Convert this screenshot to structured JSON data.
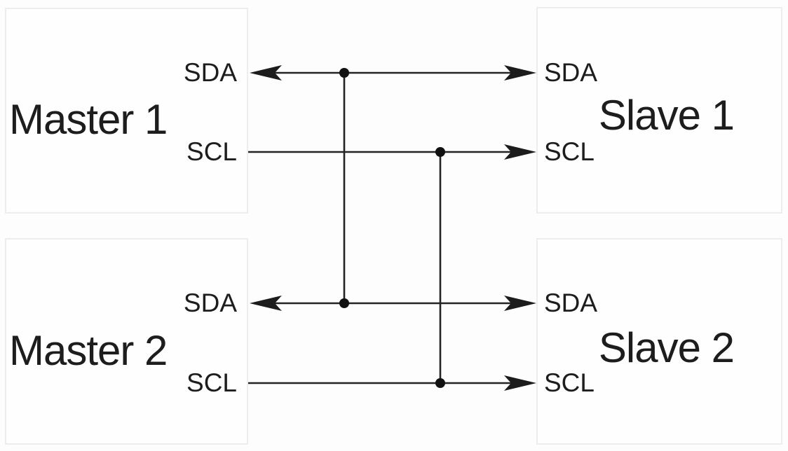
{
  "diagram": {
    "type": "i2c-bus-wiring-diagram",
    "devices": [
      {
        "id": "master1",
        "label": "Master 1",
        "pins": [
          {
            "label": "SDA"
          },
          {
            "label": "SCL"
          }
        ]
      },
      {
        "id": "slave1",
        "label": "Slave 1",
        "pins": [
          {
            "label": "SDA"
          },
          {
            "label": "SCL"
          }
        ]
      },
      {
        "id": "master2",
        "label": "Master 2",
        "pins": [
          {
            "label": "SDA"
          },
          {
            "label": "SCL"
          }
        ]
      },
      {
        "id": "slave2",
        "label": "Slave 2",
        "pins": [
          {
            "label": "SDA"
          },
          {
            "label": "SCL"
          }
        ]
      }
    ],
    "buses": [
      {
        "name": "SDA",
        "endpoints": [
          "Master 1",
          "Slave 1",
          "Master 2",
          "Slave 2"
        ],
        "junctions": 2
      },
      {
        "name": "SCL",
        "endpoints": [
          "Master 1",
          "Slave 1",
          "Master 2",
          "Slave 2"
        ],
        "junctions": 2
      }
    ],
    "colors": {
      "wire": "#232323",
      "text": "#1d1d1d",
      "box_border": "#ededed",
      "box_fill": "#fefefe",
      "background": "#fdfdfd"
    }
  }
}
